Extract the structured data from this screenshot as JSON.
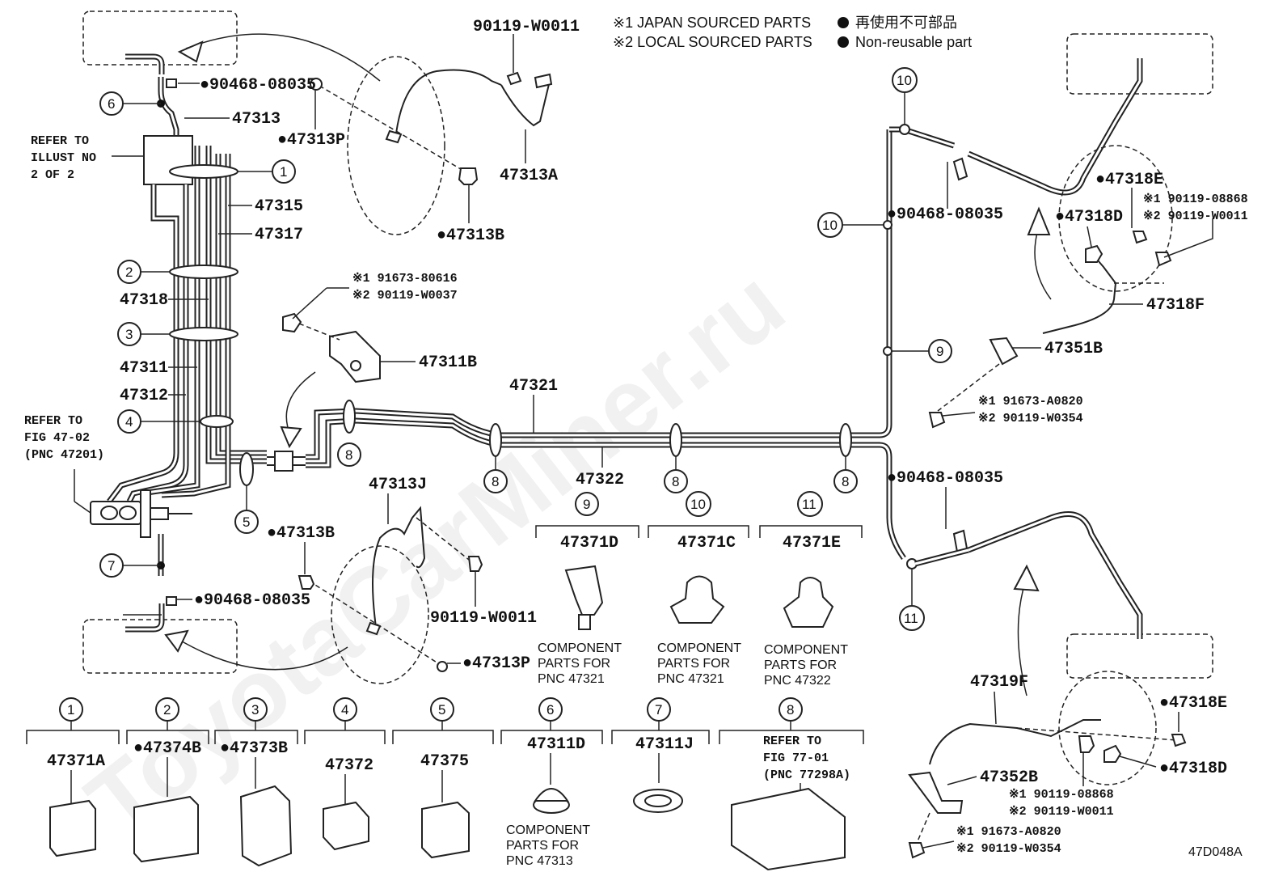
{
  "legend": {
    "japan": "※1 JAPAN SOURCED PARTS",
    "local": "※2 LOCAL SOURCED PARTS",
    "non_reusable_jp": "再使用不可部品",
    "non_reusable_en": "Non-reusable part"
  },
  "refers": {
    "illust_1": "REFER TO",
    "illust_2": "ILLUST NO",
    "illust_3": "2 OF 2",
    "fig4702_1": "REFER TO",
    "fig4702_2": "FIG 47-02",
    "fig4702_3": "(PNC 47201)",
    "fig7701_1": "REFER TO",
    "fig7701_2": "FIG 77-01",
    "fig7701_3": "(PNC 77298A)"
  },
  "parts": {
    "p90119_w0011_top": "90119-W0011",
    "p90468_08035_a": "●90468-08035",
    "p47313": "47313",
    "p47313P_a": "●47313P",
    "p47313A": "47313A",
    "p47313B_a": "●47313B",
    "p47315": "47315",
    "p47317": "47317",
    "p47318": "47318",
    "p47311": "47311",
    "p47312": "47312",
    "p91673_80616": "※1 91673-80616",
    "p90119_w0037": "※2 90119-W0037",
    "p47311B": "47311B",
    "p47321": "47321",
    "p47322": "47322",
    "p47313J": "47313J",
    "p47313B_b": "●47313B",
    "p90119_w0011_mid": "90119-W0011",
    "p90468_08035_b": "●90468-08035",
    "p47313P_b": "●47313P",
    "p47371D": "47371D",
    "p47371C": "47371C",
    "p47371E": "47371E",
    "p90468_08035_c": "●90468-08035",
    "p90468_08035_d": "●90468-08035",
    "p47318E_a": "●47318E",
    "p47318D_a": "●47318D",
    "p90119_08868_a": "※1 90119-08868",
    "p90119_w0011_r1": "※2 90119-W0011",
    "p47318F": "47318F",
    "p47351B": "47351B",
    "p91673_a0820_a": "※1 91673-A0820",
    "p90119_w0354_a": "※2 90119-W0354",
    "p47319F": "47319F",
    "p47318E_b": "●47318E",
    "p47318D_b": "●47318D",
    "p47352B": "47352B",
    "p90119_08868_b": "※1 90119-08868",
    "p90119_w0011_r2": "※2 90119-W0011",
    "p91673_a0820_b": "※1 91673-A0820",
    "p90119_w0354_b": "※2 90119-W0354",
    "p47371A": "47371A",
    "p47374B": "●47374B",
    "p47373B": "●47373B",
    "p47372": "47372",
    "p47375": "47375",
    "p47311D": "47311D",
    "p47311J": "47311J"
  },
  "components": {
    "c1_l1": "COMPONENT",
    "c1_l2": "PARTS FOR",
    "c1_l3": "PNC 47321",
    "c2_l1": "COMPONENT",
    "c2_l2": "PARTS FOR",
    "c2_l3": "PNC 47321",
    "c3_l1": "COMPONENT",
    "c3_l2": "PARTS FOR",
    "c3_l3": "PNC 47322",
    "c4_l1": "COMPONENT",
    "c4_l2": "PARTS FOR",
    "c4_l3": "PNC 47313"
  },
  "callouts": {
    "n1": "1",
    "n2": "2",
    "n3": "3",
    "n4": "4",
    "n5": "5",
    "n6": "6",
    "n7": "7",
    "n8": "8",
    "n9": "9",
    "n10": "10",
    "n11": "11"
  },
  "diagram_code": "47D048A",
  "watermark": "ToyotaCarMiner.ru"
}
